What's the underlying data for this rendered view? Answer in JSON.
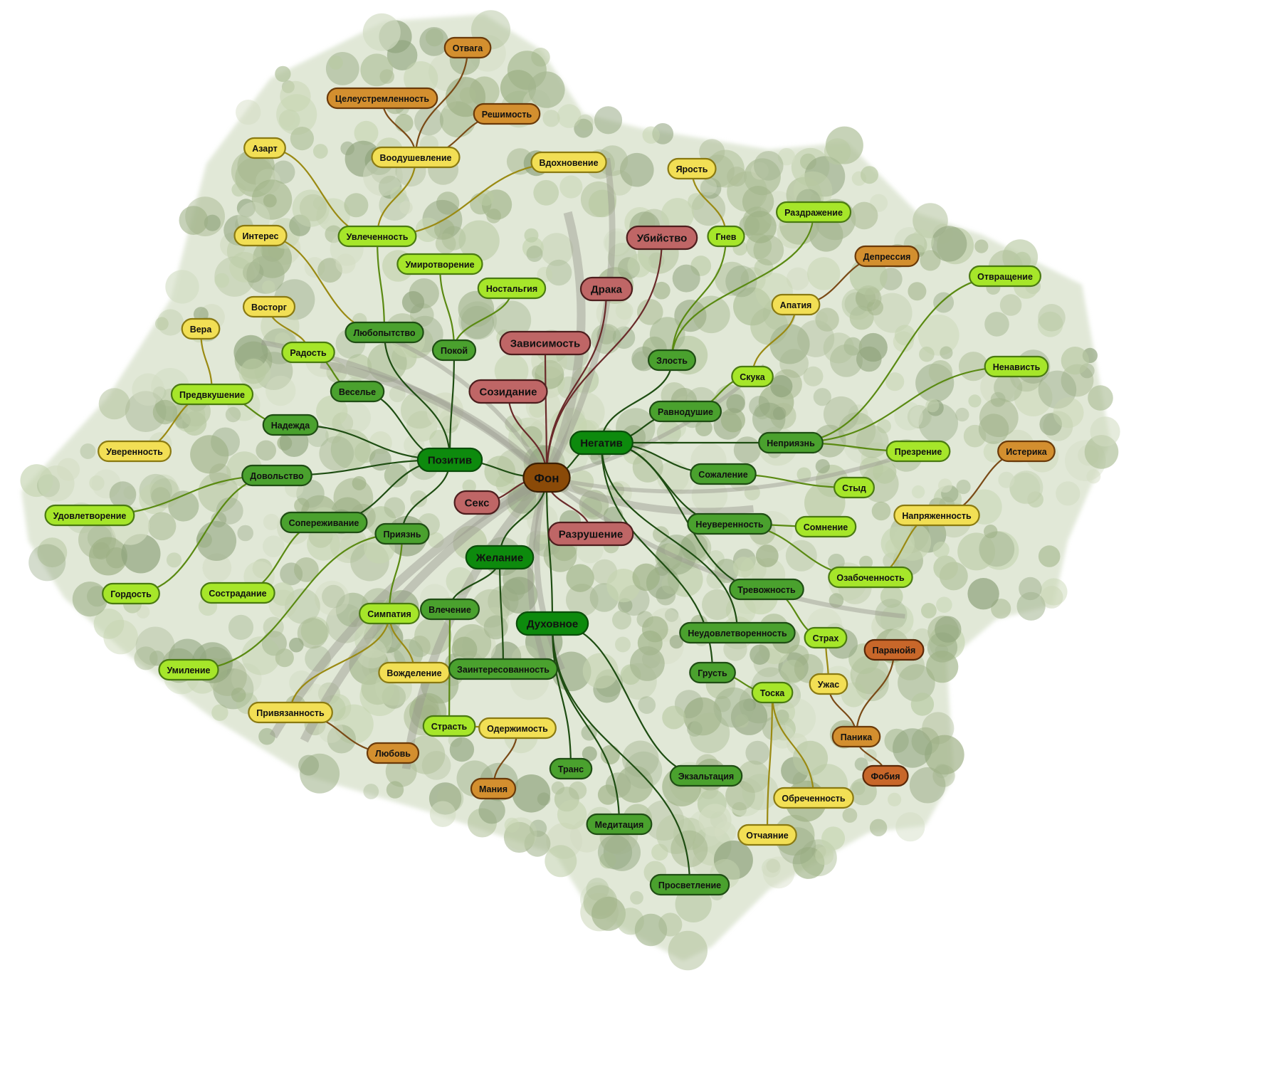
{
  "diagram": {
    "type": "mind-map",
    "background": "tree-canopy-photo",
    "palette": {
      "root": "#8a4a08",
      "hub": "#0d8a0d",
      "level2": "#4aa12e",
      "level3": "#a6e62a",
      "yellow": "#f2df55",
      "orange": "#d38f2f",
      "darkorange": "#c8672a",
      "red": "#bf6666",
      "edge_dark": "#1e4d12",
      "edge_mid": "#5a8a12",
      "edge_olive": "#9a8a12",
      "edge_brown": "#7a4a16",
      "edge_maroon": "#6a2a2a"
    },
    "root": {
      "id": "fon",
      "label": "Фон"
    },
    "nodes": [
      {
        "id": "fon",
        "label": "Фон",
        "style": "root"
      },
      {
        "id": "positive",
        "label": "Позитив",
        "style": "hub",
        "parent": "fon"
      },
      {
        "id": "negative",
        "label": "Негатив",
        "style": "hub",
        "parent": "fon"
      },
      {
        "id": "desire",
        "label": "Желание",
        "style": "hub",
        "parent": "fon"
      },
      {
        "id": "spiritual",
        "label": "Духовное",
        "style": "hub",
        "parent": "fon"
      },
      {
        "id": "sex",
        "label": "Секс",
        "style": "red",
        "parent": "fon"
      },
      {
        "id": "razrushenie",
        "label": "Разрушение",
        "style": "red",
        "parent": "fon"
      },
      {
        "id": "sozidanie",
        "label": "Созидание",
        "style": "red",
        "parent": "fon"
      },
      {
        "id": "zavisimost",
        "label": "Зависимость",
        "style": "red",
        "parent": "fon"
      },
      {
        "id": "draka",
        "label": "Драка",
        "style": "red",
        "parent": "fon"
      },
      {
        "id": "ubiystvo",
        "label": "Убийство",
        "style": "red",
        "parent": "fon"
      },
      {
        "id": "lyubopytstvo",
        "label": "Любопытство",
        "style": "level2",
        "parent": "positive"
      },
      {
        "id": "pokoy",
        "label": "Покой",
        "style": "level2",
        "parent": "positive"
      },
      {
        "id": "vesele",
        "label": "Веселье",
        "style": "level2",
        "parent": "positive"
      },
      {
        "id": "nadezhda",
        "label": "Надежда",
        "style": "level2",
        "parent": "positive"
      },
      {
        "id": "dovolstvo",
        "label": "Довольство",
        "style": "level2",
        "parent": "positive"
      },
      {
        "id": "soperezhivanie",
        "label": "Сопереживание",
        "style": "level2",
        "parent": "positive"
      },
      {
        "id": "priyazn",
        "label": "Приязнь",
        "style": "level2",
        "parent": "positive"
      },
      {
        "id": "uvlechennost",
        "label": "Увлеченность",
        "style": "level3",
        "parent": "lyubopytstvo"
      },
      {
        "id": "interes",
        "label": "Интерес",
        "style": "yellow",
        "parent": "lyubopytstvo"
      },
      {
        "id": "azart",
        "label": "Азарт",
        "style": "yellow",
        "parent": "uvlechennost"
      },
      {
        "id": "voodushevlenie",
        "label": "Воодушевление",
        "style": "yellow",
        "parent": "uvlechennost"
      },
      {
        "id": "vdohnovenie",
        "label": "Вдохновение",
        "style": "yellow",
        "parent": "uvlechennost"
      },
      {
        "id": "tseleustremlennost",
        "label": "Целеустремленность",
        "style": "orange",
        "parent": "voodushevlenie"
      },
      {
        "id": "otvaga",
        "label": "Отвага",
        "style": "orange",
        "parent": "voodushevlenie"
      },
      {
        "id": "reshimost",
        "label": "Решимость",
        "style": "orange",
        "parent": "voodushevlenie"
      },
      {
        "id": "umirotvorenie",
        "label": "Умиротворение",
        "style": "level3",
        "parent": "pokoy"
      },
      {
        "id": "nostalgiya",
        "label": "Ностальгия",
        "style": "level3",
        "parent": "pokoy"
      },
      {
        "id": "radost",
        "label": "Радость",
        "style": "level3",
        "parent": "vesele"
      },
      {
        "id": "vostorg",
        "label": "Восторг",
        "style": "yellow",
        "parent": "radost"
      },
      {
        "id": "predvkushenie",
        "label": "Предвкушение",
        "style": "level3",
        "parent": "nadezhda"
      },
      {
        "id": "vera",
        "label": "Вера",
        "style": "yellow",
        "parent": "predvkushenie"
      },
      {
        "id": "uverennost",
        "label": "Уверенность",
        "style": "yellow",
        "parent": "predvkushenie"
      },
      {
        "id": "udovletvorenie",
        "label": "Удовлетворение",
        "style": "level3",
        "parent": "dovolstvo"
      },
      {
        "id": "gordost",
        "label": "Гордость",
        "style": "level3",
        "parent": "dovolstvo"
      },
      {
        "id": "sostradanie",
        "label": "Сострадание",
        "style": "level3",
        "parent": "soperezhivanie"
      },
      {
        "id": "simpatiya",
        "label": "Симпатия",
        "style": "level3",
        "parent": "priyazn"
      },
      {
        "id": "umilenie",
        "label": "Умиление",
        "style": "level3",
        "parent": "priyazn"
      },
      {
        "id": "vozhdelenie",
        "label": "Вожделение",
        "style": "yellow",
        "parent": "simpatiya"
      },
      {
        "id": "privyazannost",
        "label": "Привязанность",
        "style": "yellow",
        "parent": "simpatiya"
      },
      {
        "id": "lyubov",
        "label": "Любовь",
        "style": "orange",
        "parent": "privyazannost"
      },
      {
        "id": "vlechenie",
        "label": "Влечение",
        "style": "level2",
        "parent": "desire"
      },
      {
        "id": "zainteresovannost",
        "label": "Заинтересованность",
        "style": "level2",
        "parent": "desire"
      },
      {
        "id": "strast",
        "label": "Страсть",
        "style": "level3",
        "parent": "vlechenie"
      },
      {
        "id": "oderzhimost",
        "label": "Одержимость",
        "style": "yellow",
        "parent": "strast"
      },
      {
        "id": "maniya",
        "label": "Мания",
        "style": "orange",
        "parent": "oderzhimost"
      },
      {
        "id": "trans",
        "label": "Транс",
        "style": "level2",
        "parent": "spiritual"
      },
      {
        "id": "meditatsiya",
        "label": "Медитация",
        "style": "level2",
        "parent": "spiritual"
      },
      {
        "id": "prosvetlenie",
        "label": "Просветление",
        "style": "level2",
        "parent": "spiritual"
      },
      {
        "id": "ekzaltatsiya",
        "label": "Экзальтация",
        "style": "level2",
        "parent": "spiritual"
      },
      {
        "id": "zlost",
        "label": "Злость",
        "style": "level2",
        "parent": "negative"
      },
      {
        "id": "ravnodushie",
        "label": "Равнодушие",
        "style": "level2",
        "parent": "negative"
      },
      {
        "id": "nepriyazn",
        "label": "Неприязнь",
        "style": "level2",
        "parent": "negative"
      },
      {
        "id": "sozhalenie",
        "label": "Сожаление",
        "style": "level2",
        "parent": "negative"
      },
      {
        "id": "neuverennost",
        "label": "Неуверенность",
        "style": "level2",
        "parent": "negative"
      },
      {
        "id": "trevozhnost",
        "label": "Тревожность",
        "style": "level2",
        "parent": "negative"
      },
      {
        "id": "neudovletvorennost",
        "label": "Неудовлетворенность",
        "style": "level2",
        "parent": "negative"
      },
      {
        "id": "grust",
        "label": "Грусть",
        "style": "level2",
        "parent": "negative"
      },
      {
        "id": "gnev",
        "label": "Гнев",
        "style": "level3",
        "parent": "zlost"
      },
      {
        "id": "razdrazhenie",
        "label": "Раздражение",
        "style": "level3",
        "parent": "zlost"
      },
      {
        "id": "yarost",
        "label": "Ярость",
        "style": "yellow",
        "parent": "gnev"
      },
      {
        "id": "skuka",
        "label": "Скука",
        "style": "level3",
        "parent": "ravnodushie"
      },
      {
        "id": "apatiya",
        "label": "Апатия",
        "style": "yellow",
        "parent": "skuka"
      },
      {
        "id": "depressiya",
        "label": "Депрессия",
        "style": "orange",
        "parent": "apatiya"
      },
      {
        "id": "otvrashchenie",
        "label": "Отвращение",
        "style": "level3",
        "parent": "nepriyazn"
      },
      {
        "id": "nenavist",
        "label": "Ненависть",
        "style": "level3",
        "parent": "nepriyazn"
      },
      {
        "id": "prezrenie",
        "label": "Презрение",
        "style": "level3",
        "parent": "nepriyazn"
      },
      {
        "id": "styd",
        "label": "Стыд",
        "style": "level3",
        "parent": "sozhalenie"
      },
      {
        "id": "somnenie",
        "label": "Сомнение",
        "style": "level3",
        "parent": "neuverennost"
      },
      {
        "id": "ozabochennost",
        "label": "Озабоченность",
        "style": "level3",
        "parent": "neuverennost"
      },
      {
        "id": "napryazhennost",
        "label": "Напряженность",
        "style": "yellow",
        "parent": "ozabochennost"
      },
      {
        "id": "isteriya",
        "label": "Истерика",
        "style": "orange",
        "parent": "napryazhennost"
      },
      {
        "id": "strakh",
        "label": "Страх",
        "style": "level3",
        "parent": "trevozhnost"
      },
      {
        "id": "uzhas",
        "label": "Ужас",
        "style": "yellow",
        "parent": "strakh"
      },
      {
        "id": "panika",
        "label": "Паника",
        "style": "orange",
        "parent": "uzhas"
      },
      {
        "id": "paranoyya",
        "label": "Паранойя",
        "style": "darkorange",
        "parent": "panika"
      },
      {
        "id": "fobiya",
        "label": "Фобия",
        "style": "darkorange",
        "parent": "panika"
      },
      {
        "id": "toska",
        "label": "Тоска",
        "style": "level3",
        "parent": "grust"
      },
      {
        "id": "otchayanie",
        "label": "Отчаяние",
        "style": "yellow",
        "parent": "toska"
      },
      {
        "id": "obrechennost",
        "label": "Обреченность",
        "style": "yellow",
        "parent": "toska"
      }
    ]
  }
}
